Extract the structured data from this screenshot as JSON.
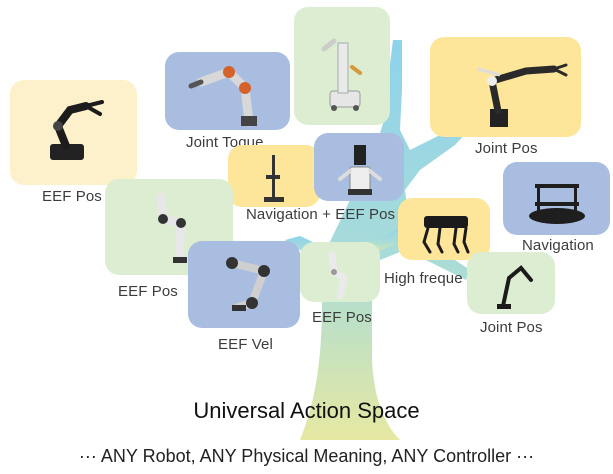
{
  "colors": {
    "blue": "#a9bde0",
    "yellow": "#fde59a",
    "green": "#dcedd1",
    "pale_yellow": "#fdf1cc",
    "tree_trunk_top": "#8fd1ea",
    "tree_trunk_bottom": "#e3e6a0"
  },
  "robots": [
    {
      "icon": "gripper-arm-icon",
      "label": "EEF Pos"
    },
    {
      "icon": "kinova-arm-icon",
      "label": "Joint Toque"
    },
    {
      "icon": "mobile-manipulator-icon",
      "label": ""
    },
    {
      "icon": "humanoid-arm-icon",
      "label": "Joint Pos"
    },
    {
      "icon": "navigation-pole-robot-icon",
      "label": "Navigation + EEF Pos"
    },
    {
      "icon": "dual-arm-mobile-robot-icon",
      "label": ""
    },
    {
      "icon": "turtlebot-icon",
      "label": "Navigation"
    },
    {
      "icon": "franka-arm-icon",
      "label": "EEF Pos"
    },
    {
      "icon": "quadruped-robot-icon",
      "label": "High freque"
    },
    {
      "icon": "ur-arm-icon",
      "label": "EEF Vel"
    },
    {
      "icon": "white-arm-icon",
      "label": "EEF Pos"
    },
    {
      "icon": "black-arm-icon",
      "label": "Joint Pos"
    }
  ],
  "title": "Universal Action Space",
  "tagline": "··· ANY Robot, ANY Physical Meaning, ANY Controller ···"
}
